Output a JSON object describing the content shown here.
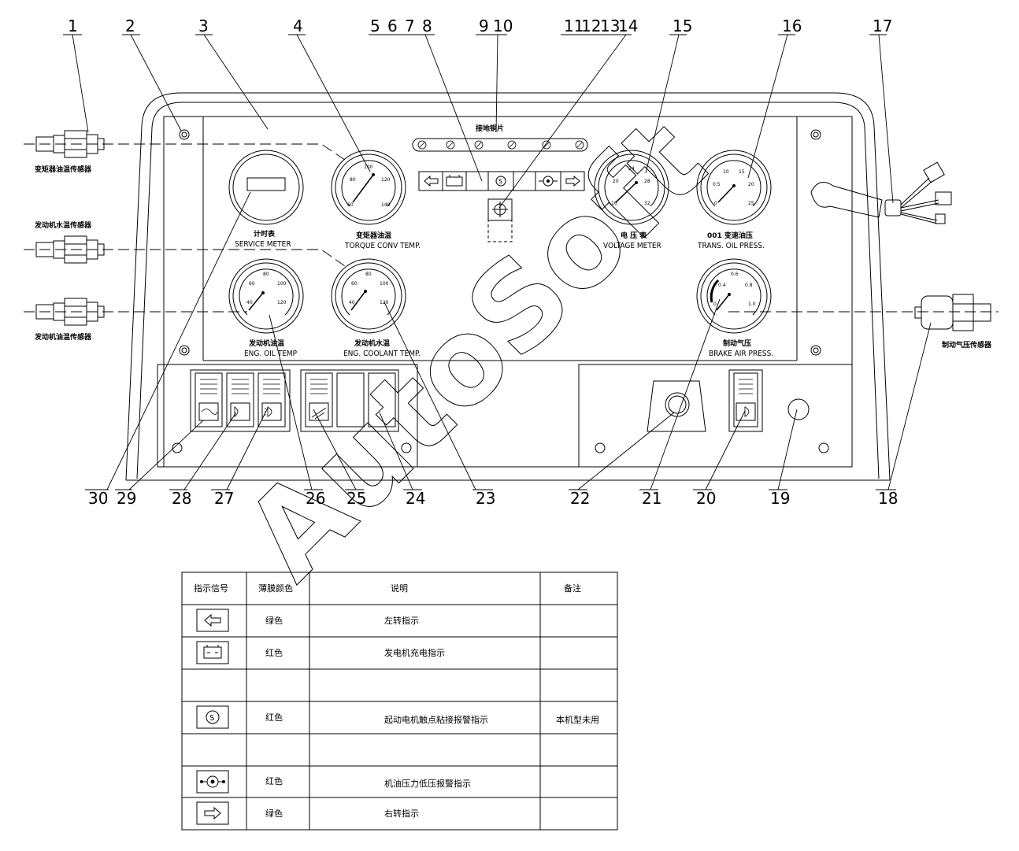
{
  "callouts": [
    "1",
    "2",
    "3",
    "4",
    "5",
    "6",
    "7",
    "8",
    "9",
    "10",
    "11",
    "12",
    "13",
    "14",
    "15",
    "16",
    "17",
    "30",
    "29",
    "28",
    "27",
    "26",
    "25",
    "24",
    "23",
    "22",
    "21",
    "20",
    "19",
    "18"
  ],
  "sensors": {
    "left": [
      "变矩器油温传感器",
      "发动机水温传感器",
      "发动机油温传感器"
    ],
    "right": "制动气压传感器"
  },
  "ground_strip_label": "接地铜片",
  "gauges": {
    "service_meter": {
      "cn": "计时表",
      "en": "SERVICE METER"
    },
    "torque_conv_temp": {
      "cn": "变矩器油温",
      "en": "TORQUE CONV TEMP.",
      "ticks": [
        "60",
        "80",
        "100",
        "120",
        "140"
      ]
    },
    "voltage_meter": {
      "cn": "电 压 表",
      "en": "VOLTAGE METER",
      "ticks": [
        "16",
        "20",
        "24",
        "28",
        "32"
      ]
    },
    "trans_oil_press": {
      "cn": "001 变速油压",
      "en": "TRANS. OIL PRESS.",
      "ticks": [
        "0",
        "0.5",
        "10",
        "15",
        "20",
        "25"
      ]
    },
    "eng_oil_temp": {
      "cn": "发动机油温",
      "en": "ENG. OIL TEMP",
      "ticks": [
        "40",
        "60",
        "80",
        "100",
        "120"
      ]
    },
    "eng_coolant_temp": {
      "cn": "发动机水温",
      "en": "ENG. COOLANT TEMP.",
      "ticks": [
        "40",
        "60",
        "80",
        "100",
        "120"
      ]
    },
    "brake_air_press": {
      "cn": "制动气压",
      "en": "BRAKE AIR PRESS.",
      "ticks": [
        "0",
        "0.4",
        "0.6",
        "0.8",
        "1.0"
      ]
    }
  },
  "watermark": "AutoSoft",
  "table": {
    "headers": [
      "指示信号",
      "薄膜颜色",
      "说明",
      "备注"
    ],
    "rows": [
      {
        "icon": "left-arrow",
        "color": "绿色",
        "desc": "左转指示",
        "note": ""
      },
      {
        "icon": "battery",
        "color": "红色",
        "desc": "发电机充电指示",
        "note": ""
      },
      {
        "icon": "",
        "color": "",
        "desc": "",
        "note": ""
      },
      {
        "icon": "s-circle",
        "color": "红色",
        "desc": "起动电机触点粘接报警指示",
        "note": "本机型未用"
      },
      {
        "icon": "",
        "color": "",
        "desc": "",
        "note": ""
      },
      {
        "icon": "oil-can",
        "color": "红色",
        "desc": "机油压力低压报警指示",
        "note": ""
      },
      {
        "icon": "right-arrow",
        "color": "绿色",
        "desc": "右转指示",
        "note": ""
      }
    ]
  }
}
